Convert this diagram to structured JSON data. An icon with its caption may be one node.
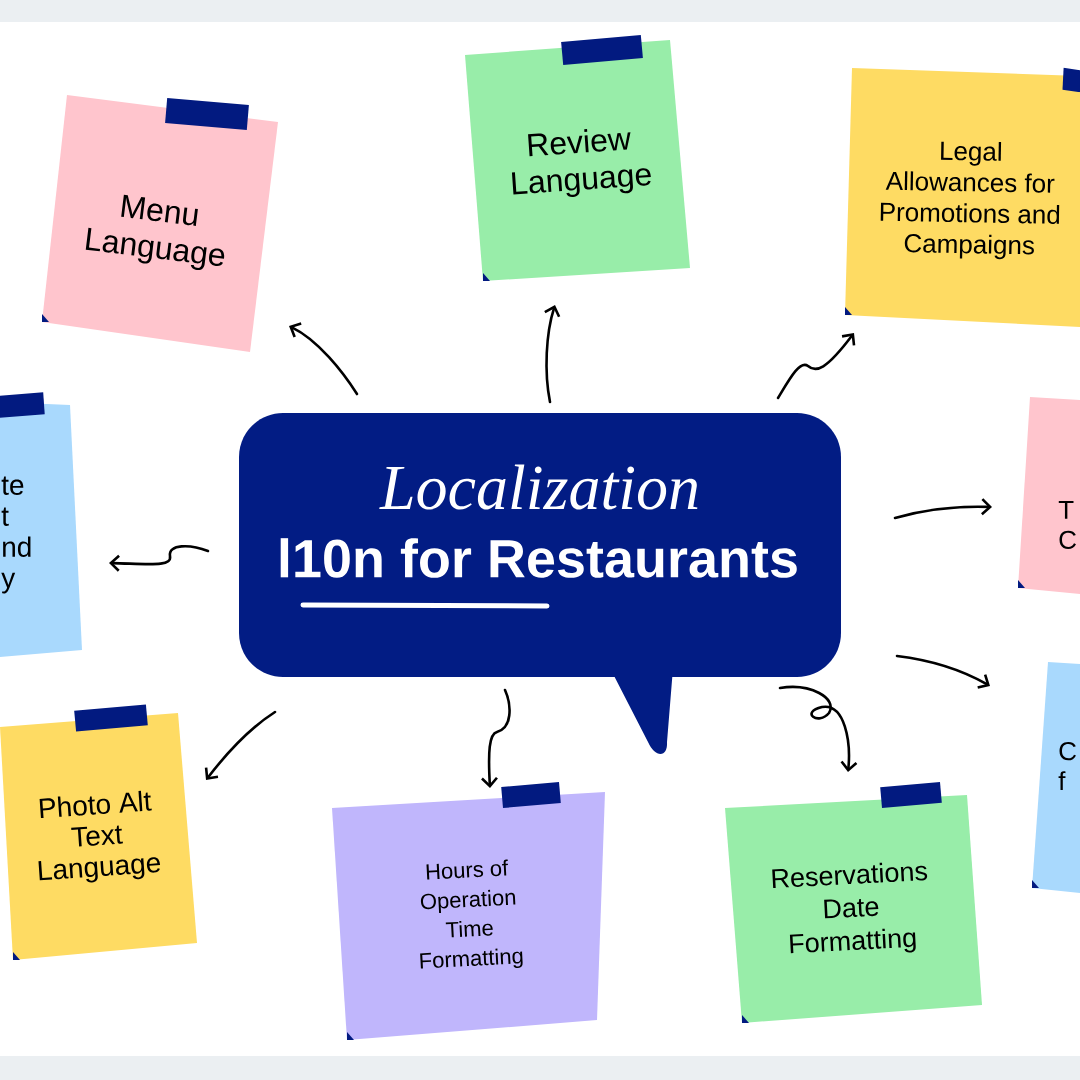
{
  "diagram": {
    "nodes": [
      {
        "text": [
          "Menu Language"
        ]
      },
      {
        "text": [
          "Review Language"
        ]
      },
      {
        "text": [
          "Legal Allowances for Promotions and Campaigns"
        ]
      },
      {
        "text": [
          "te t nd y"
        ]
      },
      {
        "text": [
          "Localization",
          "l10n for Restaurants"
        ]
      },
      {
        "text": [
          "T C"
        ]
      },
      {
        "text": [
          "C f"
        ]
      },
      {
        "text": [
          "Photo Alt Text Language"
        ]
      },
      {
        "text": [
          "Hours of Operation Time Formatting"
        ]
      },
      {
        "text": [
          "Reservations Date Formatting"
        ]
      }
    ],
    "edges": [
      {
        "from": 4,
        "to": 0,
        "arrow": "to"
      },
      {
        "from": 4,
        "to": 1,
        "arrow": "to"
      },
      {
        "from": 4,
        "to": 2,
        "arrow": "to"
      },
      {
        "from": 4,
        "to": 3,
        "arrow": "to"
      },
      {
        "from": 4,
        "to": 5,
        "arrow": "to"
      },
      {
        "from": 4,
        "to": 6,
        "arrow": "to"
      },
      {
        "from": 4,
        "to": 7,
        "arrow": "to"
      },
      {
        "from": 4,
        "to": 8,
        "arrow": "to"
      },
      {
        "from": 4,
        "to": 9,
        "arrow": "to"
      }
    ]
  }
}
